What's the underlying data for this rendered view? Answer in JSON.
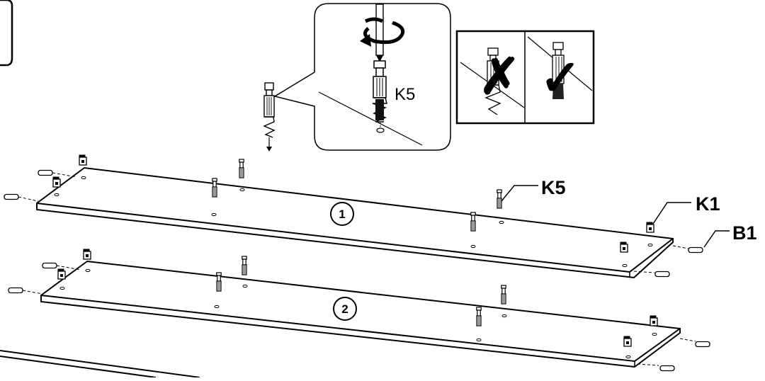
{
  "figure": {
    "zoom_label": "K5",
    "callouts": [
      {
        "id": "k5",
        "label": "K5"
      },
      {
        "id": "k1",
        "label": "K1"
      },
      {
        "id": "b1",
        "label": "B1"
      }
    ],
    "panels": [
      {
        "id": "panel-1",
        "number": "1"
      },
      {
        "id": "panel-2",
        "number": "2"
      }
    ],
    "check_box": {
      "wrong_mark": "✗",
      "right_mark": "✓"
    }
  }
}
